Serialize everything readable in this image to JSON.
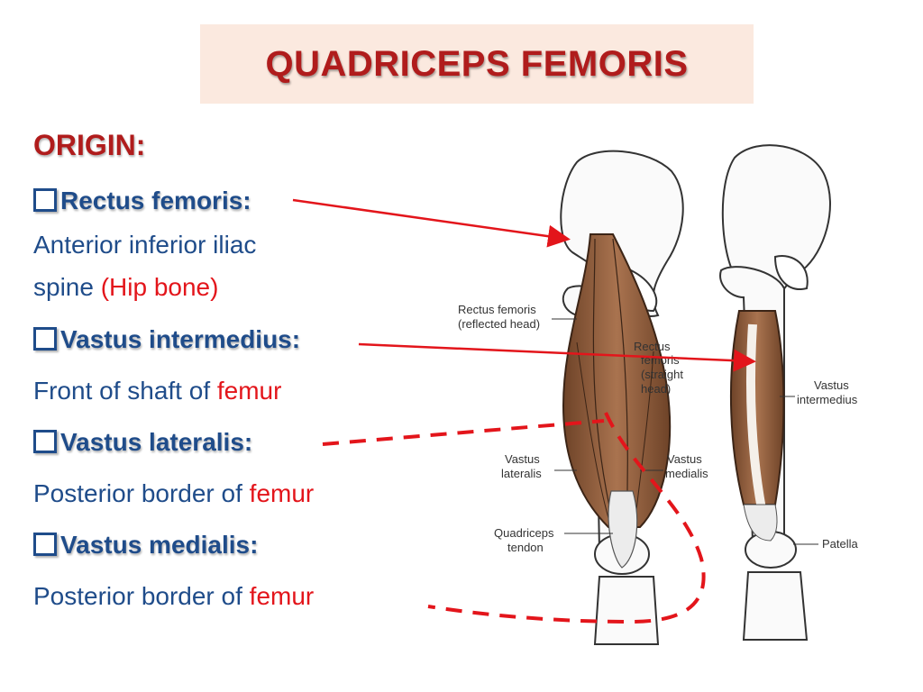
{
  "title": "QUADRICEPS FEMORIS",
  "origin_heading": "ORIGIN:",
  "items": [
    {
      "name": "Rectus femoris:",
      "desc_lines": [
        "Anterior inferior iliac"
      ],
      "last_line_prefix": "spine ",
      "last_line_red": "(Hip bone)"
    },
    {
      "name": "Vastus intermedius:",
      "desc_prefix": "Front of shaft of ",
      "desc_red": "femur"
    },
    {
      "name": "Vastus lateralis:",
      "desc_prefix": "Posterior border of ",
      "desc_red": "femur"
    },
    {
      "name": "Vastus medialis:",
      "desc_prefix": "Posterior border of ",
      "desc_red": "femur"
    }
  ],
  "figure_labels": {
    "rf_reflected_1": "Rectus femoris",
    "rf_reflected_2": "(reflected head)",
    "rf_straight_1": "Rectus",
    "rf_straight_2": "femoris",
    "rf_straight_3": "(straight",
    "rf_straight_4": "head)",
    "vl_1": "Vastus",
    "vl_2": "lateralis",
    "vm_1": "Vastus",
    "vm_2": "medialis",
    "qt_1": "Quadriceps",
    "qt_2": "tendon",
    "vi_1": "Vastus",
    "vi_2": "intermedius",
    "patella": "Patella"
  },
  "colors": {
    "title": "#b01c1c",
    "text": "#1f4c8a",
    "highlight": "#e3151b",
    "title_bg": "#fbe9df",
    "arrow": "#e3151b",
    "muscle": "#8a5a3c"
  }
}
